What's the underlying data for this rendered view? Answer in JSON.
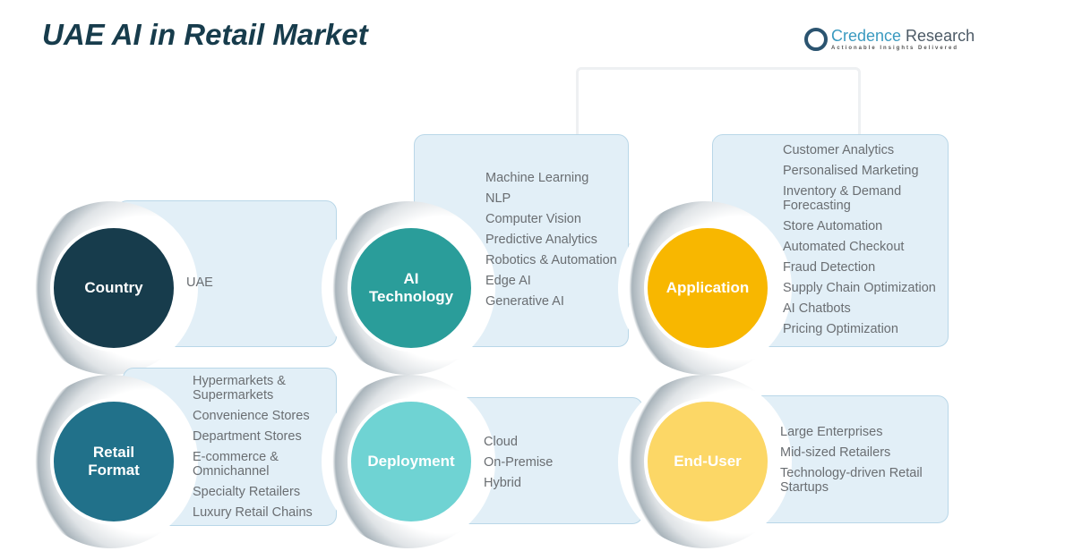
{
  "title": "UAE AI in Retail Market",
  "logo": {
    "name_part1": "Credence",
    "name_part2": " Research",
    "tagline": "Actionable Insights Delivered"
  },
  "segments": [
    {
      "label": "Country",
      "color": "#173c4c",
      "items": [
        "UAE"
      ]
    },
    {
      "label": "AI Technology",
      "color": "#2a9d9a",
      "items": [
        "Machine Learning",
        "NLP",
        "Computer Vision",
        "Predictive Analytics",
        "Robotics & Automation",
        "Edge AI",
        "Generative AI"
      ]
    },
    {
      "label": "Application",
      "color": "#f8b700",
      "items": [
        "Customer Analytics",
        "Personalised Marketing",
        "Inventory & Demand Forecasting",
        "Store Automation",
        "Automated Checkout",
        "Fraud Detection",
        "Supply Chain Optimization",
        "AI Chatbots",
        "Pricing Optimization"
      ]
    },
    {
      "label": "Retail Format",
      "color": "#21718a",
      "items": [
        "Hypermarkets & Supermarkets",
        "Convenience Stores",
        "Department Stores",
        "E-commerce & Omnichannel",
        "Specialty Retailers",
        "Luxury Retail Chains"
      ]
    },
    {
      "label": "Deployment",
      "color": "#6fd3d3",
      "items": [
        "Cloud",
        "On-Premise",
        "Hybrid"
      ]
    },
    {
      "label": "End-User",
      "color": "#fcd766",
      "items": [
        "Large Enterprises",
        "Mid-sized Retailers",
        "Technology-driven Retail Startups"
      ]
    }
  ]
}
